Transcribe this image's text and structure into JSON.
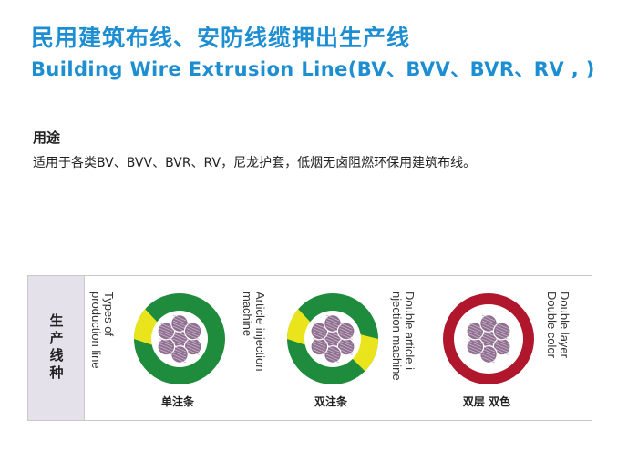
{
  "header": {
    "title_cn": "民用建筑布线、安防线缆押出生产线",
    "title_en": "Building Wire Extrusion Line(BV、BVV、BVR、RV , )"
  },
  "usage": {
    "heading": "用途",
    "text": "适用于各类BV、BVV、BVR、RV，尼龙护套，低烟无卤阻燃环保用建筑布线。"
  },
  "table": {
    "side_label": "生产线种",
    "types_label_lines": [
      "Types of",
      "production line"
    ],
    "items": [
      {
        "caption": "单注条",
        "desc_lines": [
          "Article injection",
          "machine"
        ],
        "outer_color": "#1e8c3c",
        "stripe_color": "#eae41c",
        "core_color": "#8f6e90"
      },
      {
        "caption": "双注条",
        "desc_lines": [
          "Double article i",
          "njection machine"
        ],
        "outer_color": "#1e8c3c",
        "stripe_color": "#eae41c",
        "core_color": "#8f6e90"
      },
      {
        "caption": "双层 双色",
        "desc_lines": [
          "Double layer",
          "Double color"
        ],
        "outer_color": "#b0172c",
        "stripe_color": "",
        "core_color": "#8f6e90"
      }
    ]
  }
}
